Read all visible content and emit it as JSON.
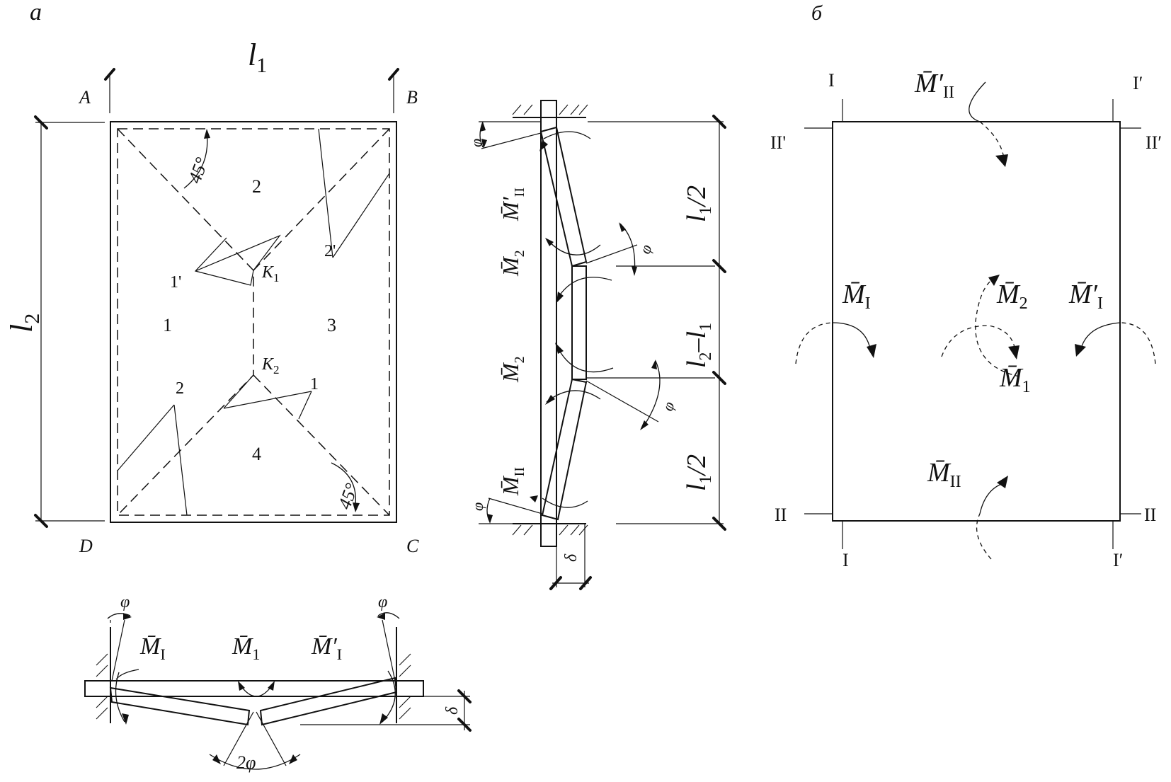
{
  "panel_a": {
    "label": "а",
    "dim_l1": "l",
    "dim_l1_sub": "1",
    "dim_l2": "l",
    "dim_l2_sub": "2",
    "corner_A": "A",
    "corner_B": "B",
    "corner_C": "C",
    "corner_D": "D",
    "angle_top": "45°",
    "angle_bottom": "45°",
    "region_1": "1",
    "region_2": "2",
    "region_3": "3",
    "region_4": "4",
    "mark_1prime": "1'",
    "mark_2prime": "2'",
    "mark_2": "2",
    "mark_1": "1",
    "node_k1": "К",
    "node_k1_sub": "1",
    "node_k2": "К",
    "node_k2_sub": "2",
    "sec_v": {
      "phi_top": "φ",
      "phi_mid1": "φ",
      "phi_mid2": "φ",
      "phi_bottom": "φ",
      "m_top": "M̄′",
      "m_top_sub": "II",
      "m_2a": "M̄",
      "m_2a_sub": "2",
      "m_2b": "M̄",
      "m_2b_sub": "2",
      "m_bottom": "M̄",
      "m_bottom_sub": "II",
      "dim_half_top": "l",
      "dim_half_top_sub": "1",
      "dim_half_top_den": "/2",
      "dim_mid": "l",
      "dim_mid_sub": "2",
      "dim_mid_minus": "–l",
      "dim_mid_sub2": "1",
      "dim_half_bot": "l",
      "dim_half_bot_sub": "1",
      "dim_half_bot_den": "/2",
      "delta": "δ"
    },
    "sec_h": {
      "phi_left": "φ",
      "phi_right": "φ",
      "phi_center": "2φ",
      "m_left": "M̄",
      "m_left_sub": "I",
      "m_center": "M̄",
      "m_center_sub": "1",
      "m_right": "M̄′",
      "m_right_sub": "I",
      "delta": "δ"
    }
  },
  "panel_b": {
    "label": "б",
    "sec_I_top": "I",
    "sec_I_bottom": "I",
    "sec_Ip_top": "I′",
    "sec_Ip_bottom": "I′",
    "sec_IIp_left": "II'",
    "sec_IIp_right": "II′",
    "sec_II_left": "II",
    "sec_II_right": "II",
    "m_top": "M̄′",
    "m_top_sub": "II",
    "m_left": "M̄",
    "m_left_sub": "I",
    "m_center": "M̄",
    "m_center_sub": "2",
    "m_right": "M̄′",
    "m_right_sub": "I",
    "m_center_low": "M̄",
    "m_center_low_sub": "1",
    "m_bottom": "M̄",
    "m_bottom_sub": "II"
  }
}
